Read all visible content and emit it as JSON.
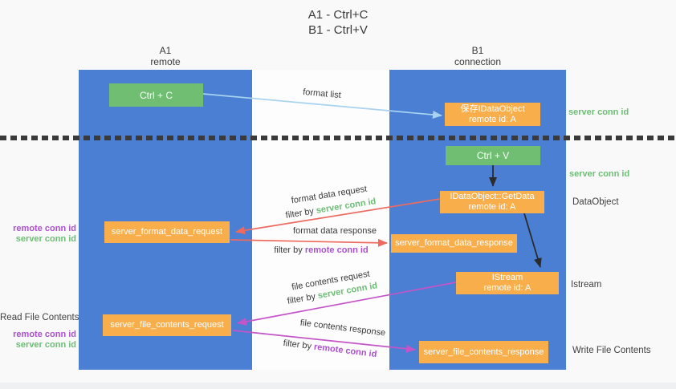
{
  "colors": {
    "column_blue": "#4a7fd3",
    "box_green": "#6fbe72",
    "box_orange": "#f9ae4c",
    "arrow_blue": "#a7d3f0",
    "arrow_red": "#ee6a5e",
    "arrow_magenta": "#c455c8",
    "arrow_black": "#2b2b2b",
    "text_green": "#6cbe74",
    "text_purple": "#ab50ce",
    "text_dark": "#3b3b3b",
    "divider": "#3a3a3a"
  },
  "title": {
    "line1": "A1 - Ctrl+C",
    "line2": "B1 - Ctrl+V"
  },
  "lanes": {
    "left": {
      "id": "A1",
      "subtitle": "remote"
    },
    "right": {
      "id": "B1",
      "subtitle": "connection"
    }
  },
  "nodes": {
    "ctrl_c": {
      "label": "Ctrl + C"
    },
    "save_idataobject": {
      "line1": "保存IDataObject",
      "line2": "remote id: A"
    },
    "ctrl_v": {
      "label": "Ctrl + V"
    },
    "getdata": {
      "line1": "IDataObject::GetData",
      "line2": "remote id: A"
    },
    "format_request": {
      "label": "server_format_data_request"
    },
    "format_response": {
      "label": "server_format_data_response"
    },
    "istream": {
      "line1": "IStream",
      "line2": "remote id: A"
    },
    "file_request": {
      "label": "server_file_contents_request"
    },
    "file_response": {
      "label": "server_file_contents_response"
    }
  },
  "right_labels": {
    "server_conn_id_1": "server conn id",
    "server_conn_id_2": "server conn id",
    "dataobject": "DataObject",
    "istream": "Istream",
    "write_file_contents": "Write File Contents"
  },
  "left_labels": {
    "remote_conn_id_1": "remote conn id",
    "server_conn_id_1": "server conn id",
    "read_file_contents": "Read File Contents",
    "remote_conn_id_2": "remote conn id",
    "server_conn_id_2": "server conn id"
  },
  "arrow_labels": {
    "format_list": "format list",
    "format_data_request": "format data request",
    "filter_by_1_prefix": "filter by",
    "filter_by_1_value": "server conn id",
    "format_data_response": "format data response",
    "filter_by_2_prefix": "filter by",
    "filter_by_2_value": "remote conn id",
    "file_contents_request": "file contents request",
    "filter_by_3_prefix": "filter by",
    "filter_by_3_value": "server conn id",
    "file_contents_response": "file contents response",
    "filter_by_4_prefix": "filter by",
    "filter_by_4_value": "remote conn id"
  }
}
